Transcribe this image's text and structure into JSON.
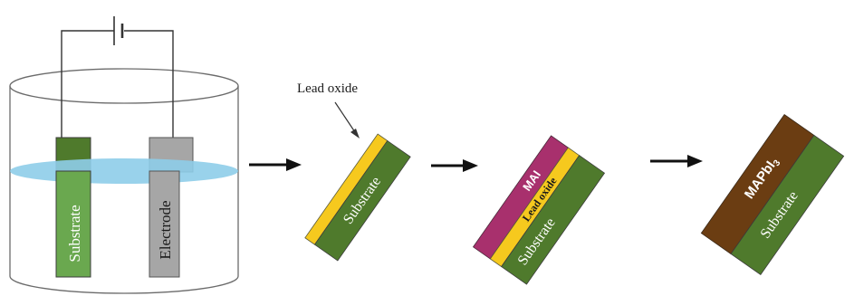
{
  "stage1": {
    "substrate_label": "Substrate",
    "electrode_label": "Electrode"
  },
  "stage2": {
    "callout_label": "Lead oxide",
    "substrate_label": "Substrate"
  },
  "stage3": {
    "mai_label": "MAI",
    "lead_oxide_label": "Lead oxide",
    "substrate_label": "Substrate"
  },
  "stage4": {
    "mapbi_label_main": "MAPbI",
    "mapbi_label_subscript": "3",
    "substrate_label": "Substrate"
  },
  "colors": {
    "substrate_green": "#4f7a2c",
    "substrate_light_green": "#6aa84f",
    "electrode_gray": "#a6a6a6",
    "electrolyte_blue": "#8ecde9",
    "lead_oxide_yellow": "#f6c91e",
    "mai_magenta": "#a8306d",
    "mapbi3_brown": "#6b3d12",
    "outline": "#4a4a4a"
  }
}
